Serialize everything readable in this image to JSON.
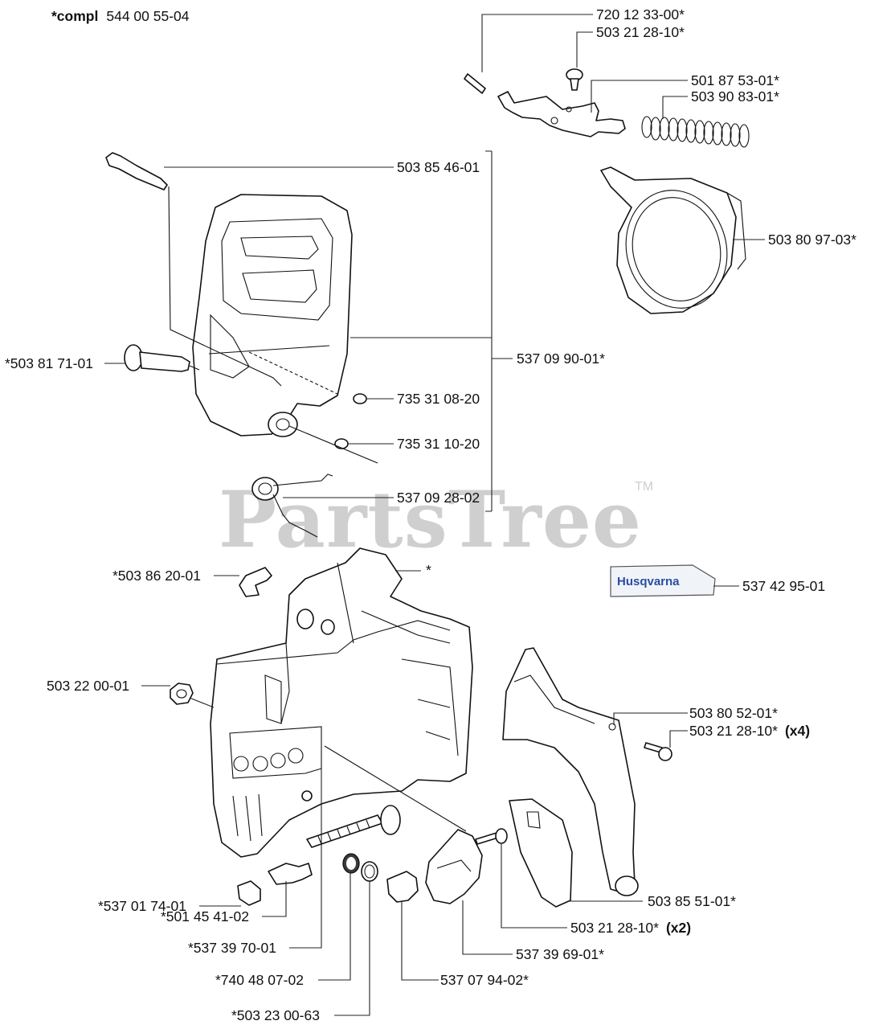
{
  "header": {
    "prefix": "*compl",
    "number": "544 00 55-04"
  },
  "watermark": {
    "text": "PartsTree",
    "tm": "TM"
  },
  "logo": {
    "text": "Husqvarna",
    "color": "#2b4ea0"
  },
  "labels": {
    "p1": "720 12 33-00*",
    "p2": "503 21 28-10*",
    "p3": "501 87 53-01*",
    "p4": "503 90 83-01*",
    "p5": "503 85 46-01",
    "p6": "503 80 97-03*",
    "p7": "537 09 90-01*",
    "p8": "*503 81 71-01",
    "p9": "735 31 08-20",
    "p10": "735 31 10-20",
    "p11": "537 09 28-02",
    "p12": "*503 86 20-01",
    "p13": "*",
    "p14": "537 42 95-01",
    "p15": "503 22 00-01",
    "p16": "503 80 52-01*",
    "p17": "503 21 28-10*",
    "p17q": "(x4)",
    "p18": "503 85 51-01*",
    "p19": "*537 01 74-01",
    "p20": "*501 45 41-02",
    "p21": "503 21 28-10*",
    "p21q": "(x2)",
    "p22": "*537 39 70-01",
    "p23": "537 39 69-01*",
    "p24": "*740 48 07-02",
    "p25": "537 07 94-02*",
    "p26": "*503 23 00-63"
  }
}
